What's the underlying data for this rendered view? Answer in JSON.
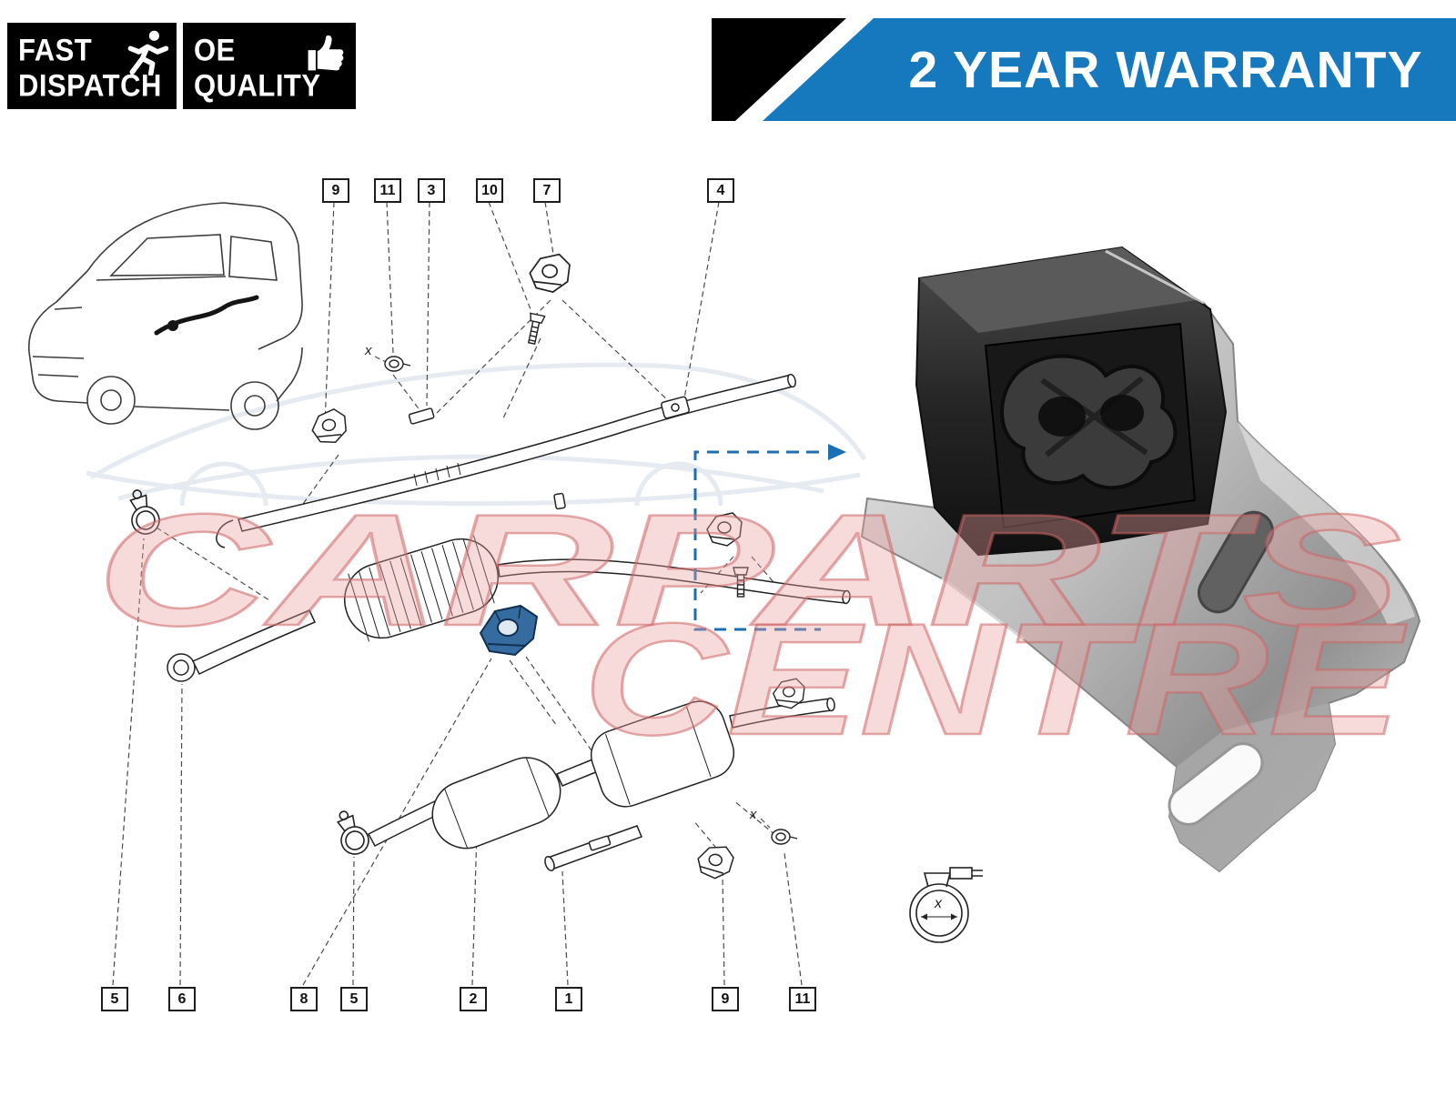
{
  "badges": {
    "fast_dispatch": {
      "line1": "FAST",
      "line2": "DISPATCH",
      "icon": "running-man-icon"
    },
    "oe_quality": {
      "line1": "OE",
      "line2": "QUALITY",
      "icon": "thumbs-up-icon"
    }
  },
  "banner": {
    "text": "2 YEAR WARRANTY"
  },
  "watermark": {
    "line1": "CARPARTS",
    "line2": "CENTRE"
  },
  "diagram": {
    "labels_top": [
      "9",
      "11",
      "3",
      "10",
      "7",
      "4"
    ],
    "labels_bottom": [
      "5",
      "6",
      "8",
      "5",
      "2",
      "1",
      "9",
      "11"
    ],
    "x_marker": "x"
  },
  "colors": {
    "banner_blue": "#1779bd",
    "highlight_blue": "#1b6fb5",
    "highlighted_part_blue": "#356b9f",
    "watermark_pink": "#e6a0a0"
  }
}
